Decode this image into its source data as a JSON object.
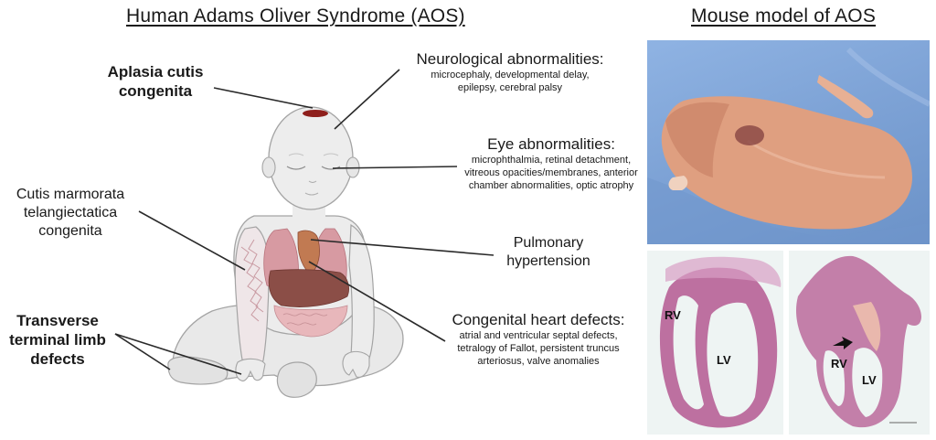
{
  "left_panel": {
    "title": "Human Adams Oliver Syndrome (AOS)",
    "labels": {
      "aplasia": [
        "Aplasia cutis",
        "congenita"
      ],
      "cutis": [
        "Cutis marmorata",
        "telangiectatica",
        "congenita"
      ],
      "transverse": [
        "Transverse",
        "terminal limb",
        "defects"
      ],
      "pulmonary": [
        "Pulmonary",
        "hypertension"
      ]
    },
    "callouts": {
      "neuro": {
        "heading": "Neurological abnormalities:",
        "lines": [
          "microcephaly, developmental delay,",
          "epilepsy, cerebral palsy"
        ]
      },
      "eye": {
        "heading": "Eye abnormalities:",
        "lines": [
          "microphthalmia, retinal detachment,",
          "vitreous opacities/membranes, anterior",
          "chamber abnormalities, optic atrophy"
        ]
      },
      "heart": {
        "heading": "Congenital heart defects:",
        "lines": [
          "atrial and ventricular septal defects,",
          "tetralogy of Fallot, persistent truncus",
          "arteriosus, valve anomalies"
        ]
      }
    }
  },
  "right_panel": {
    "title": "Mouse model of AOS",
    "histology": {
      "left": {
        "rv": "RV",
        "lv": "LV"
      },
      "right": {
        "rv": "RV",
        "lv": "LV"
      }
    }
  },
  "colors": {
    "skin": "#ebebeb",
    "skin_outline": "#9a9a9a",
    "lesion": "#8e1f1c",
    "lung": "#d99aa2",
    "liver": "#8a4b45",
    "background_blue": "#7fa6d8",
    "mouse_skin": "#e0a07e",
    "histology_bg": "#eef4f3",
    "tissue": "#b0548f"
  }
}
